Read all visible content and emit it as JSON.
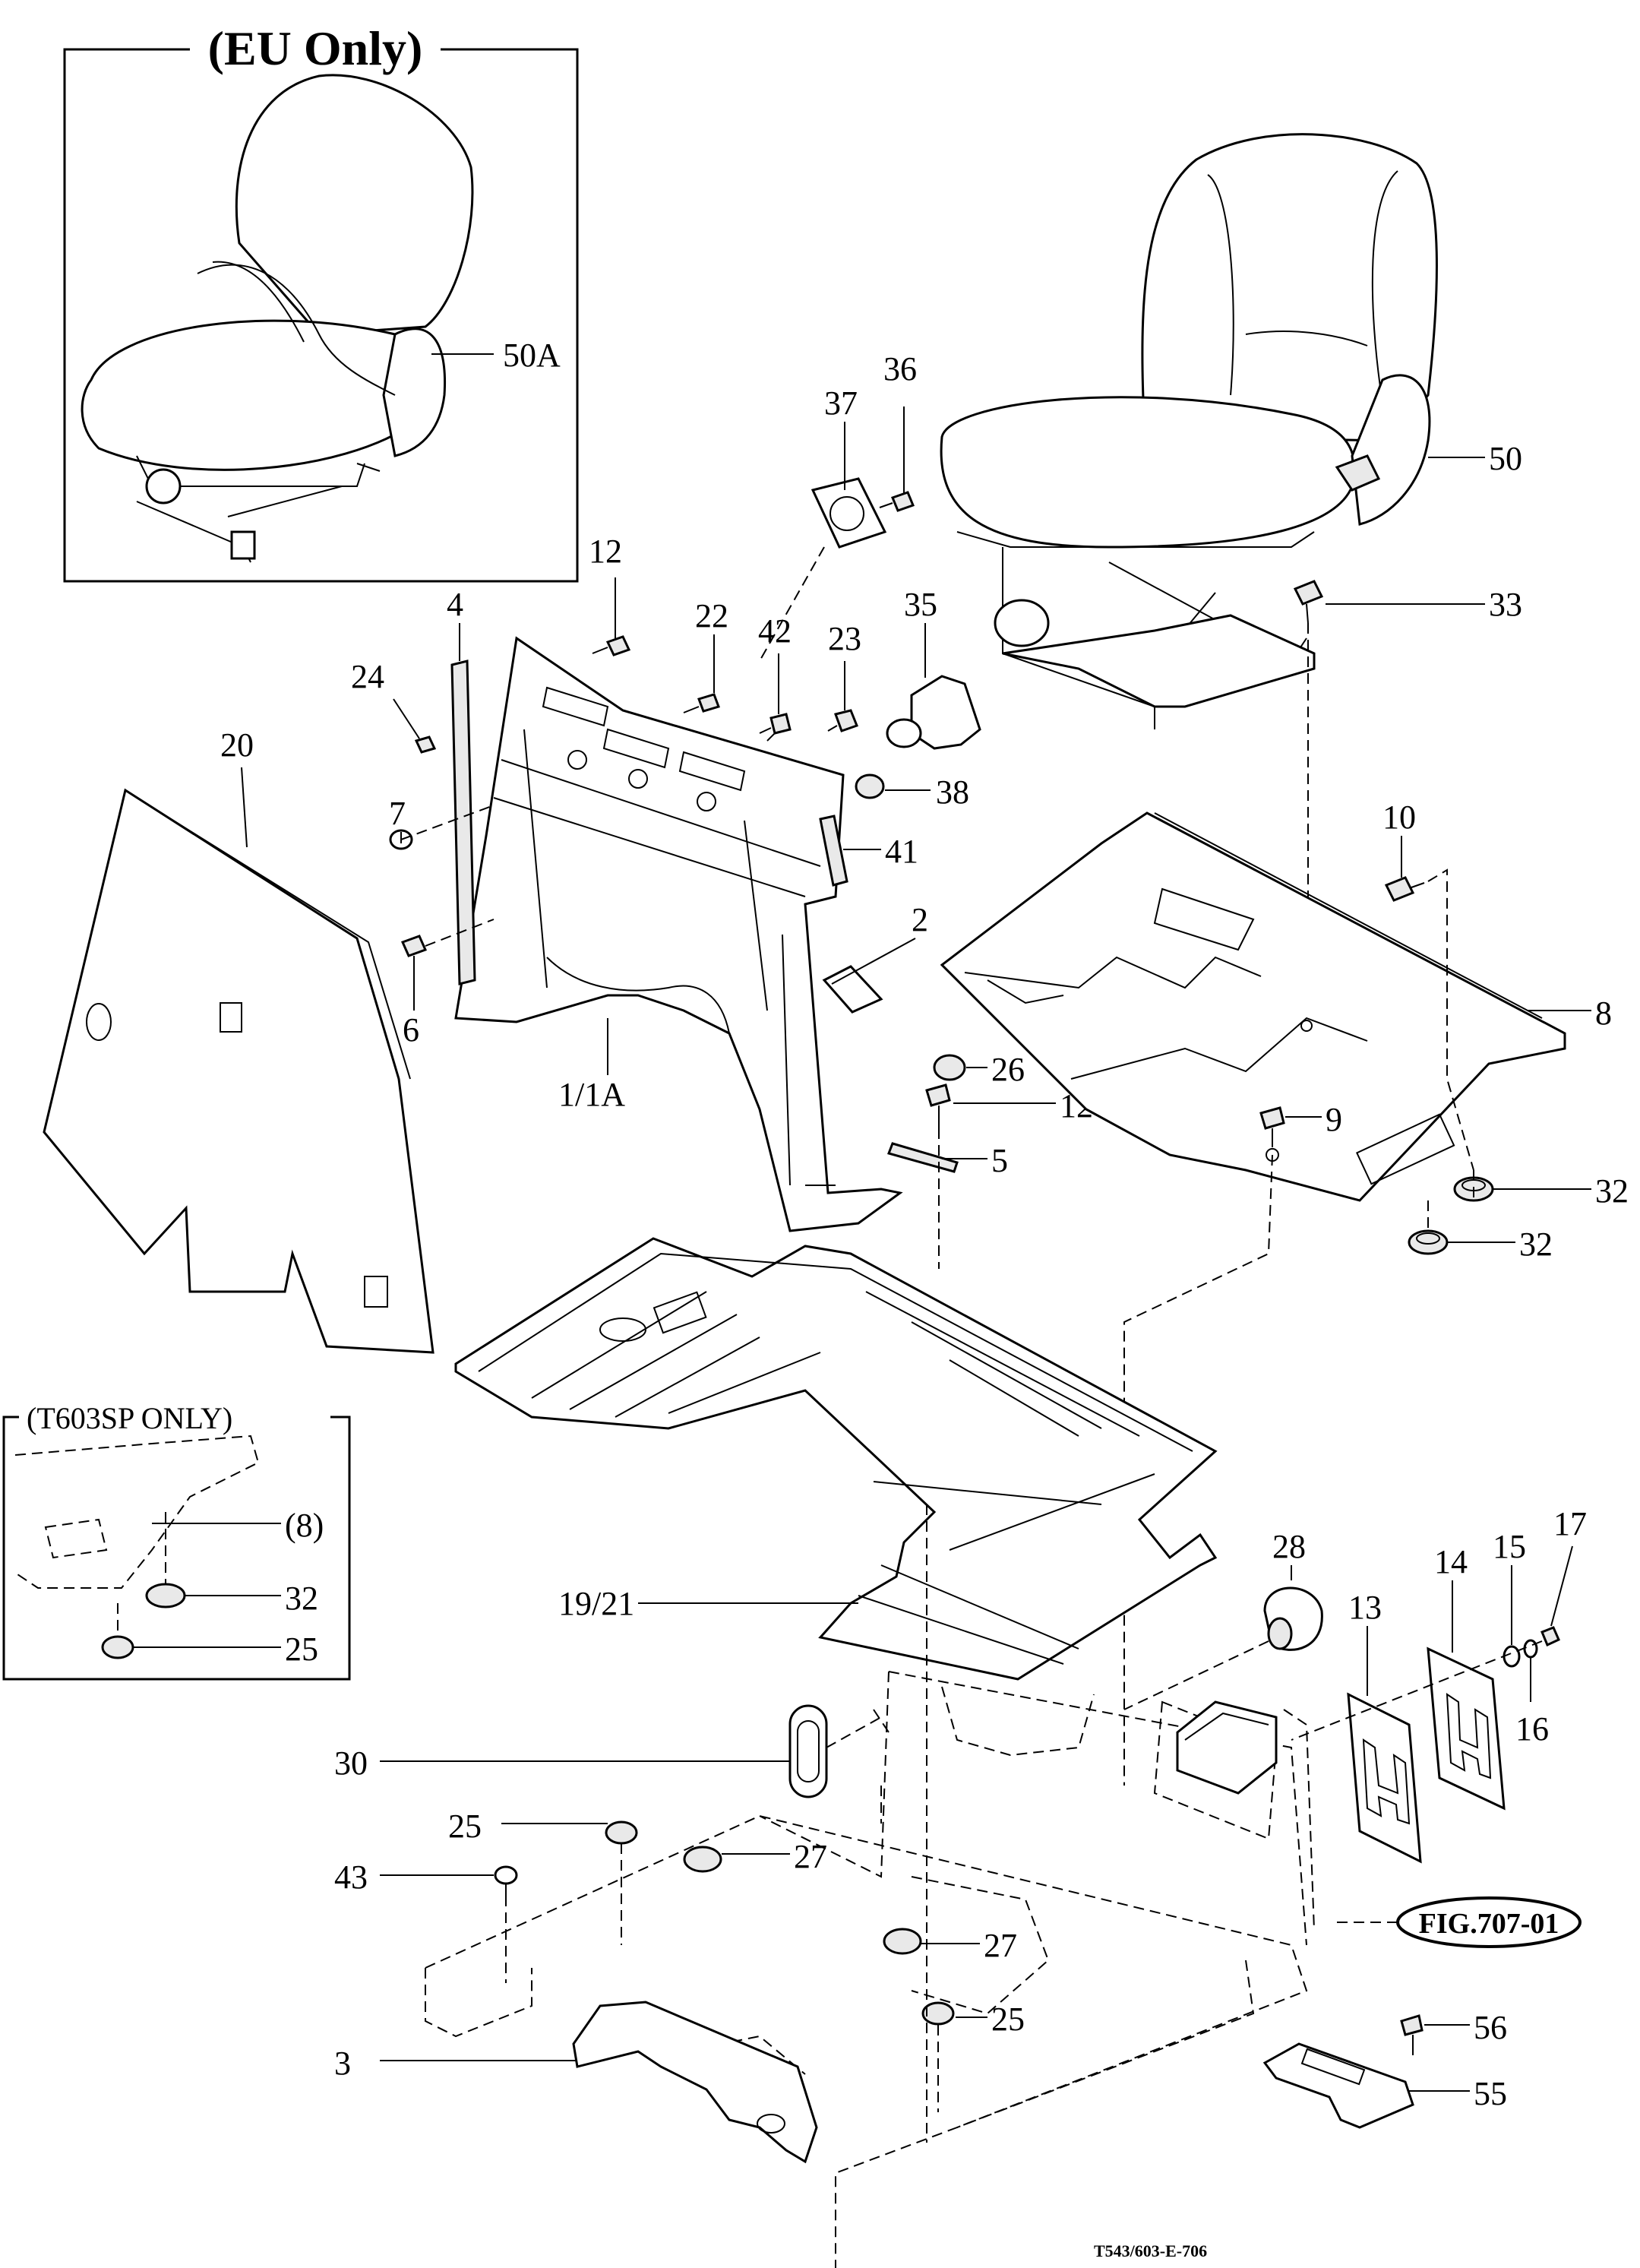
{
  "inset_eu": {
    "title": "(EU Only)",
    "seat_label": "50A"
  },
  "inset_t603sp": {
    "title": "(T603SP ONLY)",
    "labels": [
      "(8)",
      "32",
      "25"
    ]
  },
  "figure_ref": "FIG.707-01",
  "drawing_code": "T543/603-E-706",
  "callouts": {
    "c50": "50",
    "c33": "33",
    "c36": "36",
    "c37": "37",
    "c12a": "12",
    "c4": "4",
    "c22": "22",
    "c42": "42",
    "c23": "23",
    "c35": "35",
    "c24": "24",
    "c38": "38",
    "c20": "20",
    "c7": "7",
    "c41": "41",
    "c10": "10",
    "c2": "2",
    "c6": "6",
    "c8": "8",
    "c11a": "1/1A",
    "c26": "26",
    "c12b": "12",
    "c9": "9",
    "c5": "5",
    "c32a": "32",
    "c32b": "32",
    "c28": "28",
    "c17": "17",
    "c14": "14",
    "c15": "15",
    "c13": "13",
    "c1921": "19/21",
    "c16": "16",
    "c30": "30",
    "c25a": "25",
    "c27a": "27",
    "c43": "43",
    "c27b": "27",
    "c25b": "25",
    "c3": "3",
    "c56": "56",
    "c55": "55"
  }
}
